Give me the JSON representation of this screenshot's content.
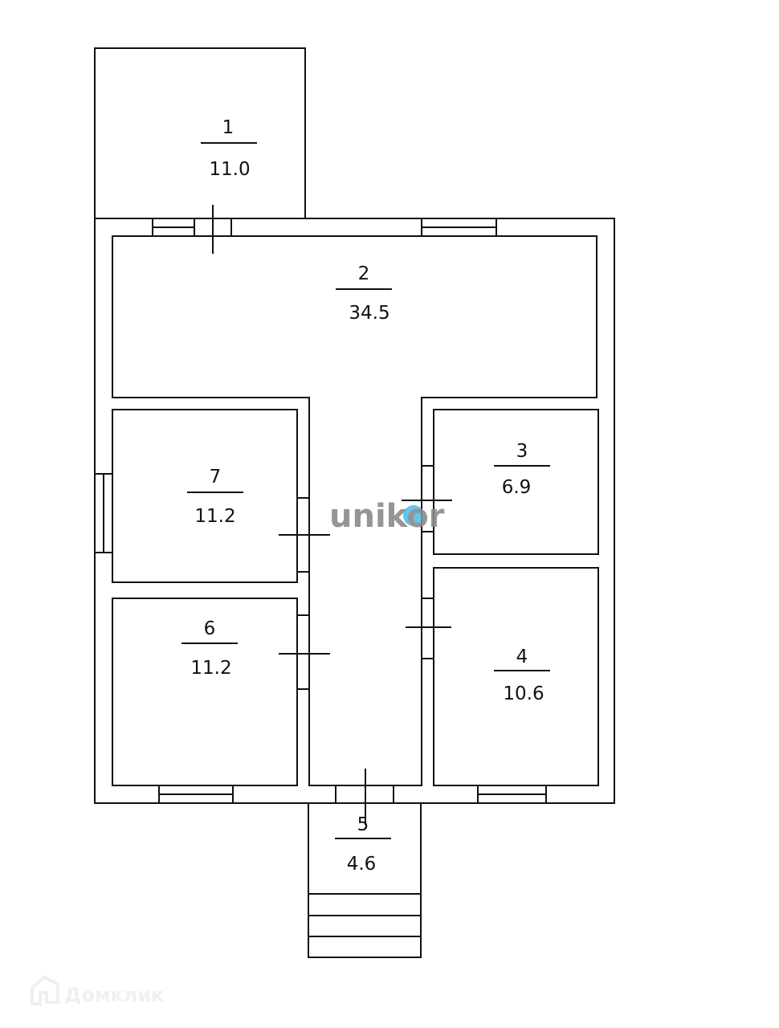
{
  "plan": {
    "rooms": [
      {
        "number": "1",
        "area": "11.0"
      },
      {
        "number": "2",
        "area": "34.5"
      },
      {
        "number": "3",
        "area": "6.9"
      },
      {
        "number": "4",
        "area": "10.6"
      },
      {
        "number": "5",
        "area": "4.6"
      },
      {
        "number": "6",
        "area": "11.2"
      },
      {
        "number": "7",
        "area": "11.2"
      }
    ]
  },
  "logo": {
    "text": "unikor"
  },
  "watermark": {
    "text": "Домклик"
  },
  "colors": {
    "line": "#111111",
    "logo_gray": "#8a8a8a",
    "logo_blue": "#4ec3ea"
  }
}
